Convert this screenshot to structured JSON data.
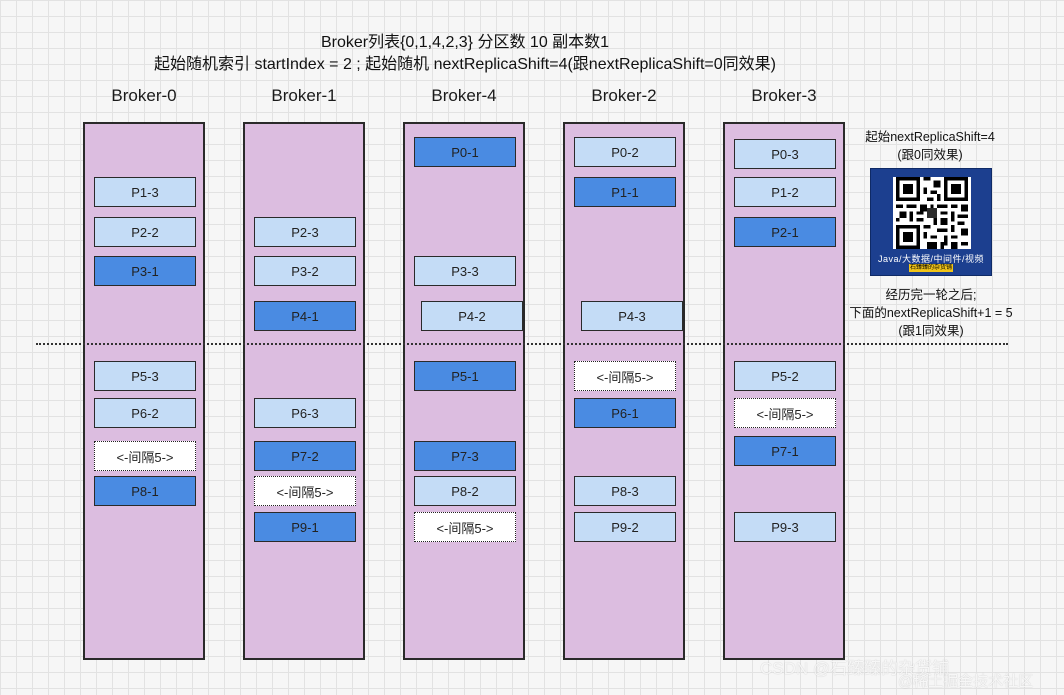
{
  "title_line1": "Broker列表{0,1,4,2,3} 分区数 10 副本数1",
  "title_line2": "起始随机索引 startIndex = 2 ; 起始随机 nextReplicaShift=4(跟nextReplicaShift=0同效果)",
  "brokers": [
    {
      "name": "Broker-0",
      "boxes": [
        {
          "label": "P1-3",
          "style": "light"
        },
        {
          "label": "P2-2",
          "style": "light"
        },
        {
          "label": "P3-1",
          "style": "dark"
        },
        {
          "label": "P5-3",
          "style": "light"
        },
        {
          "label": "P6-2",
          "style": "light"
        },
        {
          "label": "<-间隔5->",
          "style": "gap"
        },
        {
          "label": "P8-1",
          "style": "dark"
        }
      ]
    },
    {
      "name": "Broker-1",
      "boxes": [
        {
          "label": "P2-3",
          "style": "light"
        },
        {
          "label": "P3-2",
          "style": "light"
        },
        {
          "label": "P4-1",
          "style": "dark"
        },
        {
          "label": "P6-3",
          "style": "light"
        },
        {
          "label": "P7-2",
          "style": "dark"
        },
        {
          "label": "<-间隔5->",
          "style": "gap"
        },
        {
          "label": "P9-1",
          "style": "dark"
        }
      ]
    },
    {
      "name": "Broker-4",
      "boxes": [
        {
          "label": "P0-1",
          "style": "dark"
        },
        {
          "label": "P3-3",
          "style": "light"
        },
        {
          "label": "P4-2",
          "style": "light"
        },
        {
          "label": "P5-1",
          "style": "dark"
        },
        {
          "label": "P7-3",
          "style": "dark"
        },
        {
          "label": "P8-2",
          "style": "light"
        },
        {
          "label": "<-间隔5->",
          "style": "gap"
        }
      ]
    },
    {
      "name": "Broker-2",
      "boxes": [
        {
          "label": "P0-2",
          "style": "light"
        },
        {
          "label": "P1-1",
          "style": "dark"
        },
        {
          "label": "P4-3",
          "style": "light"
        },
        {
          "label": "<-间隔5->",
          "style": "gap"
        },
        {
          "label": "P6-1",
          "style": "dark"
        },
        {
          "label": "P8-3",
          "style": "light"
        },
        {
          "label": "P9-2",
          "style": "light"
        }
      ]
    },
    {
      "name": "Broker-3",
      "boxes": [
        {
          "label": "P0-3",
          "style": "light"
        },
        {
          "label": "P1-2",
          "style": "light"
        },
        {
          "label": "P2-1",
          "style": "dark"
        },
        {
          "label": "P5-2",
          "style": "light"
        },
        {
          "label": "<-间隔5->",
          "style": "gap"
        },
        {
          "label": "P7-1",
          "style": "dark"
        },
        {
          "label": "P9-3",
          "style": "light"
        }
      ]
    }
  ],
  "note_top": {
    "line1": "起始nextReplicaShift=4",
    "line2": "(跟0同效果)"
  },
  "note_bottom": {
    "line1": "经历完一轮之后;",
    "line2": "下面的nextReplicaShift+1 = 5",
    "line3": "(跟1同效果)"
  },
  "qr": {
    "caption": "Java/大数据/中间件/视频",
    "tag": "石臻臻的杂货铺",
    "icon": "qr-code-icon"
  },
  "watermarks": {
    "csdn": "CSDN @石臻臻的杂货铺",
    "juejin": "@稀土掘金技术社区"
  },
  "colors": {
    "column": "#dcbde0",
    "light_box": "#c4dcf6",
    "dark_box": "#4a8be2"
  }
}
